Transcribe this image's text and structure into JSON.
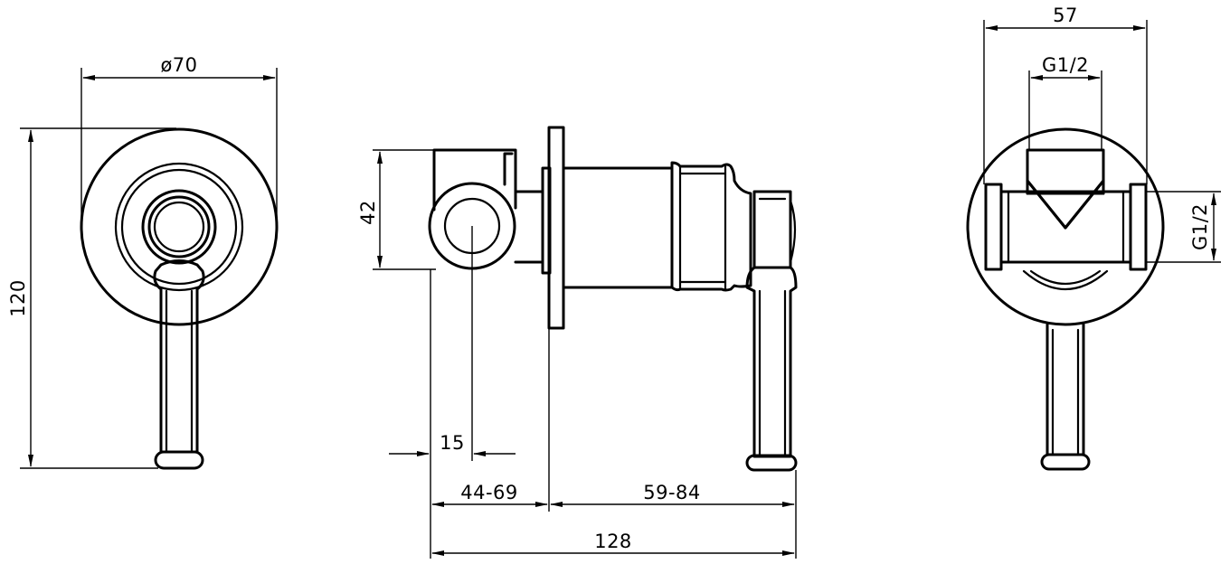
{
  "dimensions": {
    "front_diameter": "ø70",
    "front_height": "120",
    "side_height": "42",
    "side_offset": "15",
    "side_range_left": "44-69",
    "side_range_right": "59-84",
    "side_total": "128",
    "back_width": "57",
    "back_thread_top": "G1/2",
    "back_thread_side": "G1/2"
  },
  "colors": {
    "line": "#000000",
    "background": "#ffffff"
  }
}
